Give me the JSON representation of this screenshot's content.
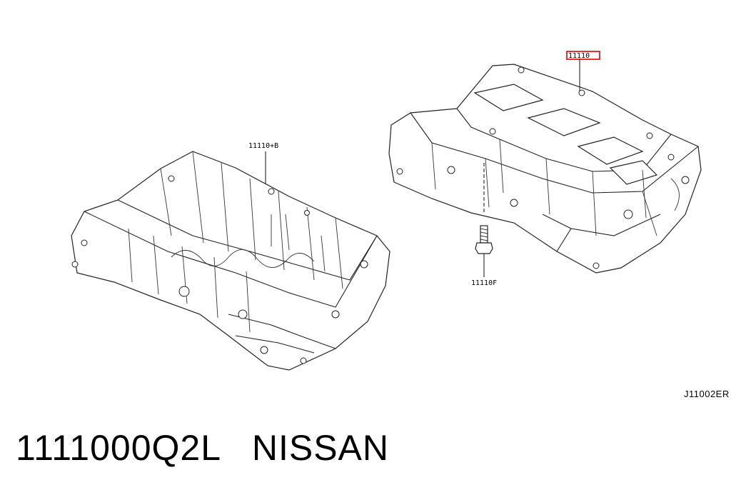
{
  "diagram": {
    "callouts": {
      "left_part": "11110+B",
      "right_part": "11110",
      "bolt": "11110F"
    },
    "reference_code": "J11002ER",
    "highlight_color": "#e00000"
  },
  "footer": {
    "part_number": "1111000Q2L",
    "brand": "NISSAN"
  }
}
